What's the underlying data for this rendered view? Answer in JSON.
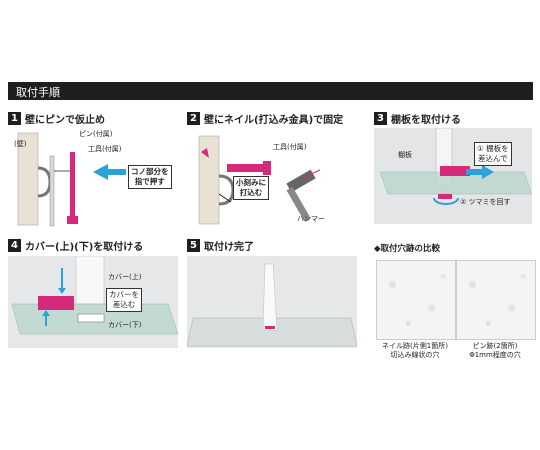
{
  "header": {
    "title": "取付手順"
  },
  "steps": [
    {
      "num": "1",
      "title": "壁にピンで仮止め"
    },
    {
      "num": "2",
      "title": "壁にネイル(打込み金具)で固定"
    },
    {
      "num": "3",
      "title": "棚板を取付ける"
    },
    {
      "num": "4",
      "title": "カバー(上)(下)を取付ける"
    },
    {
      "num": "5",
      "title": "取付け完了"
    }
  ],
  "step1": {
    "wall": "(壁)",
    "pin": "ピン(付属)",
    "tool": "工具(付属)",
    "box_line1": "コノ部分を",
    "box_line2": "指で押す"
  },
  "step2": {
    "tool": "工具(付属)",
    "box_line1": "小刻みに",
    "box_line2": "打込む",
    "hammer": "ハンマー"
  },
  "step3": {
    "shelf": "棚板",
    "box_line1": "① 棚板を",
    "box_line2": "差込んで",
    "twist": "② ツマミを回す"
  },
  "step4": {
    "cover_top": "カバー(上)",
    "box_line1": "カバーを",
    "box_line2": "差込む",
    "cover_bottom": "カバー(下)"
  },
  "compare": {
    "title": "◆取付穴跡の比較",
    "nail_line1": "ネイル跡(片側1箇所)",
    "nail_line2": "切込み線状の穴",
    "pin_line1": "ピン跡(2箇所)",
    "pin_line2": "Φ1mm程度の穴"
  },
  "colors": {
    "accent": "#d6297a",
    "arrow": "#2ea0da",
    "glass": "#bcd8cf",
    "dark": "#1f1f1f"
  }
}
